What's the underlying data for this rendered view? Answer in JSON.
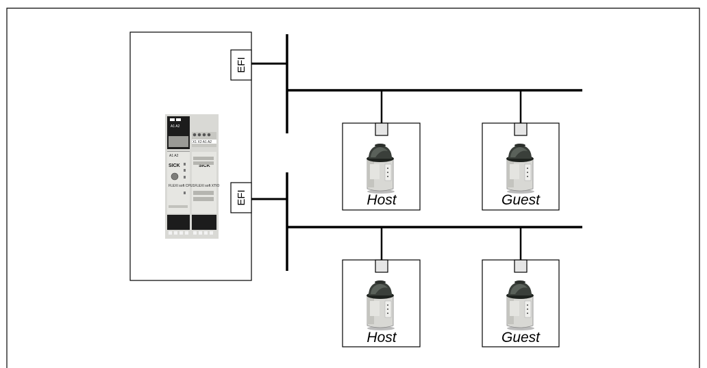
{
  "diagram": {
    "controller": {
      "brand": "SICK",
      "module_left": "FLEXI soft CPU1",
      "module_right": "FLEXI soft XTIO",
      "efi_ports": [
        {
          "label": "EFI"
        },
        {
          "label": "EFI"
        }
      ]
    },
    "networks": [
      {
        "devices": [
          {
            "label": "Host"
          },
          {
            "label": "Guest"
          }
        ]
      },
      {
        "devices": [
          {
            "label": "Host"
          },
          {
            "label": "Guest"
          }
        ]
      }
    ]
  },
  "colors": {
    "line": "#000000",
    "device_body": "#d8d8d4",
    "scanner_head": "#3a3f3a",
    "module_face": "#e6e6e2",
    "module_dark": "#1c1c1c"
  }
}
